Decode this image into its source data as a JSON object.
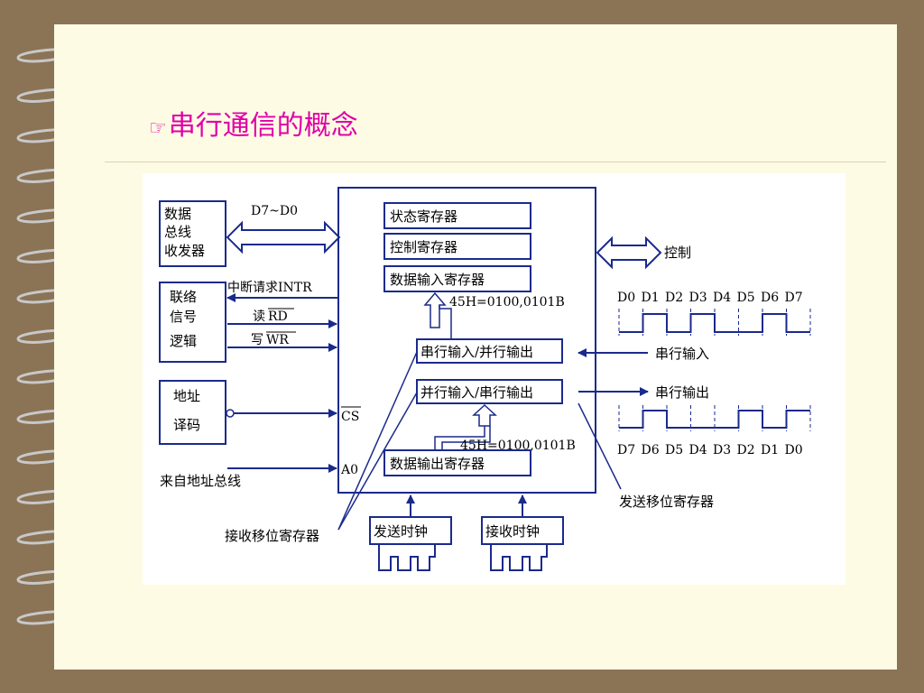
{
  "title": {
    "icon": "pointing-hand-icon",
    "glyph": "☞",
    "text": "串行通信的概念"
  },
  "diagram": {
    "data_bus_transceiver": [
      "数据",
      "总线",
      "收发器"
    ],
    "d7_d0": "D7~D0",
    "interrupt_request": "中断请求INTR",
    "link_signal_logic": [
      "联络",
      "信号",
      "逻辑"
    ],
    "read_prefix": "读",
    "read_signal": "RD",
    "write_prefix": "写",
    "write_signal": "WR",
    "address_decode": [
      "地址",
      "译码"
    ],
    "cs_signal": "CS",
    "a0_signal": "A0",
    "from_address_bus": "来自地址总线",
    "status_register": "状态寄存器",
    "control_register": "控制寄存器",
    "data_input_register": "数据输入寄存器",
    "hex_input": "45H=0100,0101B",
    "serial_in_parallel_out": "串行输入/并行输出",
    "parallel_in_serial_out": "并行输入/串行输出",
    "hex_output": "45H=0100,0101B",
    "data_output_register": "数据输出寄存器",
    "control_label": "控制",
    "serial_input_label": "串行输入",
    "serial_output_label": "串行输出",
    "send_shift_register": "发送移位寄存器",
    "receive_shift_register": "接收移位寄存器",
    "send_clock": "发送时钟",
    "receive_clock": "接收时钟",
    "bits_top": [
      "D0",
      "D1",
      "D2",
      "D3",
      "D4",
      "D5",
      "D6",
      "D7"
    ],
    "bits_bottom": [
      "D7",
      "D6",
      "D5",
      "D4",
      "D3",
      "D2",
      "D1",
      "D0"
    ],
    "wave_input_bits": [
      0,
      1,
      0,
      1,
      0,
      0,
      1,
      0
    ],
    "wave_output_bits": [
      0,
      1,
      0,
      0,
      0,
      1,
      0,
      1
    ]
  },
  "colors": {
    "title": "#e000a8",
    "line": "#1a2a8c",
    "page": "#fdfbe4",
    "background": "#8b7355"
  }
}
